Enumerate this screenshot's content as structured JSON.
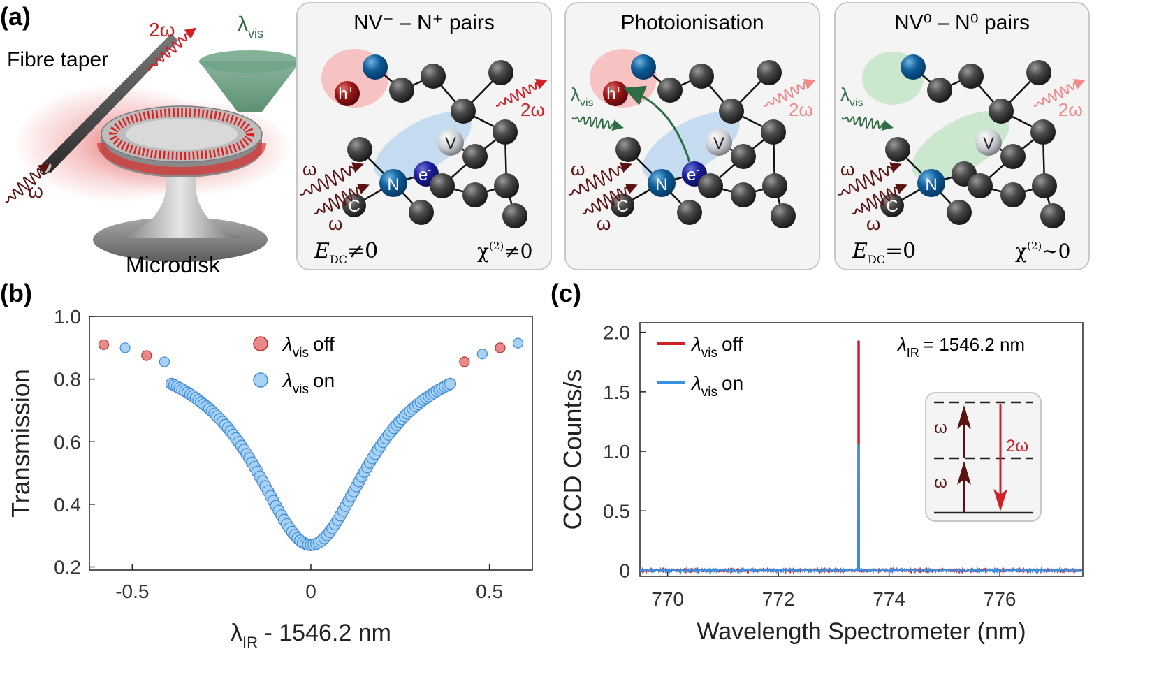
{
  "panel_a": {
    "label": "(a)",
    "fibre_taper": "Fibre taper",
    "microdisk": "Microdisk",
    "lambda_vis_sym": "λ",
    "lambda_vis_sub": "vis",
    "two_omega": "2ω",
    "omega": "ω",
    "boxes": [
      {
        "title": "NV⁻ – N⁺ pairs",
        "left_eq": "≠0",
        "right_eq": "≠0"
      },
      {
        "title": "Photoionisation"
      },
      {
        "title": "NV⁰ – N⁰ pairs",
        "left_eq": "=0",
        "right_eq": "~0"
      }
    ],
    "e_sym": "E",
    "e_sub": "DC",
    "chi_sym": "χ",
    "chi_sup": "(2)",
    "atoms": {
      "h": "h",
      "h_sup": "+",
      "e": "e",
      "e_sup": "-",
      "v": "V",
      "n": "N",
      "c": "C"
    }
  },
  "panel_b": {
    "label": "(b)",
    "legend_off": "off",
    "legend_on": "on",
    "legend_sym": "λ",
    "legend_sub": "vis"
  },
  "panel_c": {
    "label": "(c)",
    "legend_off": "off",
    "legend_on": "on",
    "legend_sym": "λ",
    "legend_sub": "vis",
    "annot_sym": "λ",
    "annot_sub": "IR",
    "annot_val": "= 1546.2 nm",
    "inset_omega": "ω",
    "inset_two_omega": "2ω"
  },
  "chart_data": [
    {
      "type": "scatter",
      "xlabel": "λIR - 1546.2 nm",
      "ylabel": "Transmission",
      "xlim": [
        -0.62,
        0.62
      ],
      "ylim": [
        0.19,
        1.0
      ],
      "xticks": [
        -0.5,
        0,
        0.5
      ],
      "xtick_labels": [
        "-0.5",
        "0",
        "0.5"
      ],
      "yticks": [
        0.2,
        0.4,
        0.6,
        0.8,
        1.0
      ],
      "ytick_labels": [
        "0.2",
        "0.4",
        "0.6",
        "0.8",
        "1.0"
      ],
      "lorentzian": {
        "baseline": 0.92,
        "depth": 0.65,
        "hwhm": 0.2,
        "min_transmission": 0.27
      },
      "series": [
        {
          "name": "λvis off",
          "color": "#d9534f",
          "sparse_x": [
            -0.58,
            -0.46,
            0.43,
            0.53
          ],
          "sparse_y": [
            0.91,
            0.875,
            0.855,
            0.9
          ],
          "dense_range": [
            -0.39,
            0.39
          ]
        },
        {
          "name": "λvis on",
          "color": "#4aa3e8",
          "sparse_x": [
            -0.52,
            -0.41,
            0.48,
            0.58
          ],
          "sparse_y": [
            0.9,
            0.855,
            0.88,
            0.915
          ],
          "dense_range": [
            -0.39,
            0.39
          ]
        }
      ],
      "legend": "top-center"
    },
    {
      "type": "line",
      "xlabel": "Wavelength Spectrometer (nm)",
      "ylabel": "CCD Counts/s",
      "xlim": [
        769.5,
        777.5
      ],
      "ylim": [
        -0.05,
        2.08
      ],
      "xticks": [
        770,
        772,
        774,
        776
      ],
      "xtick_labels": [
        "770",
        "772",
        "774",
        "776"
      ],
      "yticks": [
        0,
        0.5,
        1.0,
        1.5,
        2.0
      ],
      "ytick_labels": [
        "0",
        "0.5",
        "1.0",
        "1.5",
        "2.0"
      ],
      "series": [
        {
          "name": "λvis off",
          "color": "#d11f26",
          "peak_x": 773.45,
          "peak_y": 1.93,
          "baseline": 0.0
        },
        {
          "name": "λvis on",
          "color": "#3a8fe0",
          "peak_x": 773.45,
          "peak_y": 1.06,
          "baseline": 0.0
        }
      ],
      "legend": "top-left"
    }
  ]
}
